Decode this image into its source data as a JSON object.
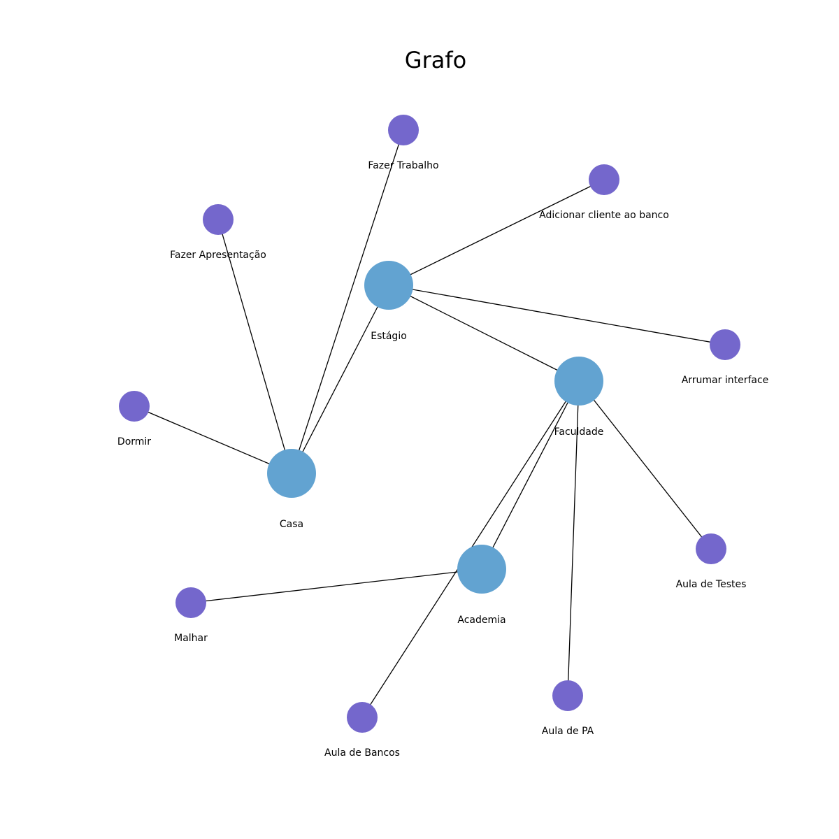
{
  "title": "Grafo",
  "colors": {
    "hub_node": "#62a3d1",
    "leaf_node": "#7467cc",
    "edge": "#000000"
  },
  "nodes": [
    {
      "id": "estagio",
      "label": "Estágio",
      "kind": "hub"
    },
    {
      "id": "faculdade",
      "label": "Faculdade",
      "kind": "hub"
    },
    {
      "id": "casa",
      "label": "Casa",
      "kind": "hub"
    },
    {
      "id": "academia",
      "label": "Academia",
      "kind": "hub"
    },
    {
      "id": "fazer-trabalho",
      "label": "Fazer Trabalho",
      "kind": "leaf"
    },
    {
      "id": "adicionar-cliente",
      "label": "Adicionar cliente ao banco",
      "kind": "leaf"
    },
    {
      "id": "fazer-apresentacao",
      "label": "Fazer Apresentação",
      "kind": "leaf"
    },
    {
      "id": "arrumar-interface",
      "label": "Arrumar interface",
      "kind": "leaf"
    },
    {
      "id": "dormir",
      "label": "Dormir",
      "kind": "leaf"
    },
    {
      "id": "aula-testes",
      "label": "Aula de Testes",
      "kind": "leaf"
    },
    {
      "id": "malhar",
      "label": "Malhar",
      "kind": "leaf"
    },
    {
      "id": "aula-pa",
      "label": "Aula de PA",
      "kind": "leaf"
    },
    {
      "id": "aula-bancos",
      "label": "Aula de Bancos",
      "kind": "leaf"
    }
  ],
  "edges": [
    [
      "estagio",
      "adicionar-cliente"
    ],
    [
      "estagio",
      "arrumar-interface"
    ],
    [
      "estagio",
      "faculdade"
    ],
    [
      "estagio",
      "casa"
    ],
    [
      "casa",
      "fazer-trabalho"
    ],
    [
      "casa",
      "fazer-apresentacao"
    ],
    [
      "casa",
      "dormir"
    ],
    [
      "faculdade",
      "academia"
    ],
    [
      "faculdade",
      "aula-bancos"
    ],
    [
      "faculdade",
      "aula-pa"
    ],
    [
      "faculdade",
      "aula-testes"
    ],
    [
      "academia",
      "malhar"
    ]
  ]
}
